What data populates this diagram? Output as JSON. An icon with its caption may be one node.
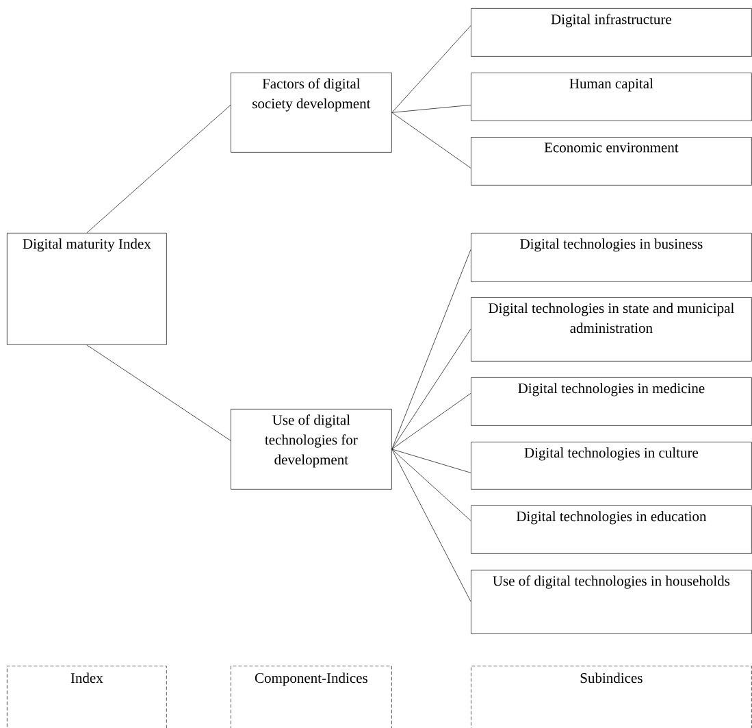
{
  "diagram": {
    "nodes": [
      {
        "text": [
          "Digital maturity Index"
        ]
      },
      {
        "text": [
          "Factors of digital society development"
        ]
      },
      {
        "text": [
          "Use of digital technologies for development"
        ]
      },
      {
        "text": [
          "Digital infrastructure"
        ]
      },
      {
        "text": [
          "Human capital"
        ]
      },
      {
        "text": [
          "Economic environment"
        ]
      },
      {
        "text": [
          "Digital technologies in business"
        ]
      },
      {
        "text": [
          "Digital technologies in state and municipal administration"
        ]
      },
      {
        "text": [
          "Digital technologies in medicine"
        ]
      },
      {
        "text": [
          "Digital technologies in culture"
        ]
      },
      {
        "text": [
          "Digital technologies in education"
        ]
      },
      {
        "text": [
          "Use of digital technologies in households"
        ]
      },
      {
        "text": [
          "Index"
        ]
      },
      {
        "text": [
          "Component-Indices"
        ]
      },
      {
        "text": [
          "Subindices"
        ]
      }
    ],
    "edges": [
      {
        "from": 0,
        "to": 1,
        "arrow": "none"
      },
      {
        "from": 0,
        "to": 2,
        "arrow": "none"
      },
      {
        "from": 1,
        "to": 3,
        "arrow": "none"
      },
      {
        "from": 1,
        "to": 4,
        "arrow": "none"
      },
      {
        "from": 1,
        "to": 5,
        "arrow": "none"
      },
      {
        "from": 2,
        "to": 6,
        "arrow": "none"
      },
      {
        "from": 2,
        "to": 7,
        "arrow": "none"
      },
      {
        "from": 2,
        "to": 8,
        "arrow": "none"
      },
      {
        "from": 2,
        "to": 9,
        "arrow": "none"
      },
      {
        "from": 2,
        "to": 10,
        "arrow": "none"
      },
      {
        "from": 2,
        "to": 11,
        "arrow": "none"
      }
    ]
  }
}
